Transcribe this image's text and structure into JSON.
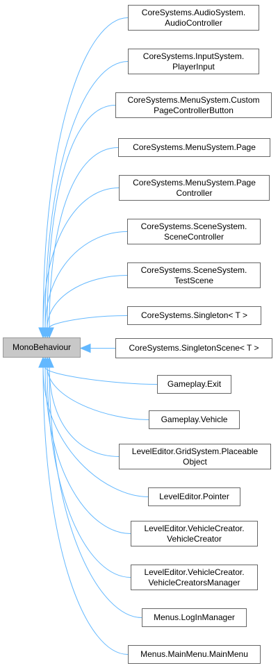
{
  "base_class": "MonoBehaviour",
  "colors": {
    "edge": "#63b8ff",
    "node_border": "#666666",
    "base_fill": "#c8c8c8"
  },
  "derived": [
    {
      "id": "audio-controller",
      "lines": [
        "CoreSystems.AudioSystem.",
        "AudioController"
      ]
    },
    {
      "id": "player-input",
      "lines": [
        "CoreSystems.InputSystem.",
        "PlayerInput"
      ]
    },
    {
      "id": "custom-page-controller-button",
      "lines": [
        "CoreSystems.MenuSystem.Custom",
        "PageControllerButton"
      ]
    },
    {
      "id": "page",
      "lines": [
        "CoreSystems.MenuSystem.Page"
      ]
    },
    {
      "id": "page-controller",
      "lines": [
        "CoreSystems.MenuSystem.Page",
        "Controller"
      ]
    },
    {
      "id": "scene-controller",
      "lines": [
        "CoreSystems.SceneSystem.",
        "SceneController"
      ]
    },
    {
      "id": "test-scene",
      "lines": [
        "CoreSystems.SceneSystem.",
        "TestScene"
      ]
    },
    {
      "id": "singleton",
      "lines": [
        "CoreSystems.Singleton< T >"
      ]
    },
    {
      "id": "singleton-scene",
      "lines": [
        "CoreSystems.SingletonScene< T >"
      ]
    },
    {
      "id": "exit",
      "lines": [
        "Gameplay.Exit"
      ]
    },
    {
      "id": "vehicle",
      "lines": [
        "Gameplay.Vehicle"
      ]
    },
    {
      "id": "placeable-object",
      "lines": [
        "LevelEditor.GridSystem.Placeable",
        "Object"
      ]
    },
    {
      "id": "pointer",
      "lines": [
        "LevelEditor.Pointer"
      ]
    },
    {
      "id": "vehicle-creator",
      "lines": [
        "LevelEditor.VehicleCreator.",
        "VehicleCreator"
      ]
    },
    {
      "id": "vehicle-creators-manager",
      "lines": [
        "LevelEditor.VehicleCreator.",
        "VehicleCreatorsManager"
      ]
    },
    {
      "id": "login-manager",
      "lines": [
        "Menus.LogInManager"
      ]
    },
    {
      "id": "main-menu",
      "lines": [
        "Menus.MainMenu.MainMenu"
      ]
    }
  ]
}
